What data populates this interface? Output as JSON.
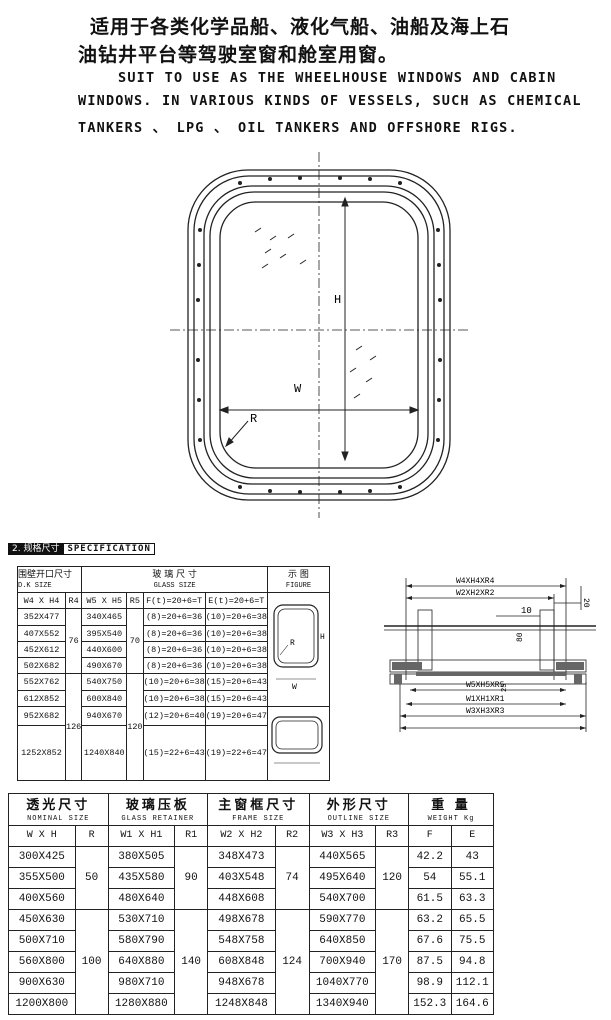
{
  "header": {
    "cn_line1": "适用于各类化学品船、液化气船、油船及海上石",
    "cn_line2": "油钻井平台等驾驶室窗和舱室用窗。",
    "en_line1": "SUIT TO USE AS THE WHEELHOUSE WINDOWS AND CABIN",
    "en_line2": "WINDOWS. IN VARIOUS KINDS OF VESSELS, SUCH AS CHEMICAL",
    "en_line3": "TANKERS 、 LPG 、 OIL TANKERS AND OFFSHORE RIGS."
  },
  "main_drawing": {
    "label_h": "H",
    "label_w": "W",
    "label_r": "R"
  },
  "section": {
    "num": "2. 规格尺寸",
    "title": "SPECIFICATION"
  },
  "spec_table": {
    "h_dk_cn": "围壁开口尺寸",
    "h_dk_en": "D.K SIZE",
    "h_glass_cn": "玻 璃 尺 寸",
    "h_glass_en": "GLASS SIZE",
    "h_fig_cn": "示 图",
    "h_fig_en": "FIGURE",
    "sub_w4h4": "W4 X H4",
    "sub_r4": "R4",
    "sub_w5h5": "W5 X H5",
    "sub_r5": "R5",
    "sub_f": "F(t)=20+6=T",
    "sub_e": "E(t)=20+6=T",
    "rows": [
      {
        "dk": "352X477",
        "w5": "340X465",
        "f": "(8)=20+6=36",
        "e": "(10)=20+6=38"
      },
      {
        "dk": "407X552",
        "w5": "395X540",
        "f": "(8)=20+6=36",
        "e": "(10)=20+6=38"
      },
      {
        "dk": "452X612",
        "w5": "440X600",
        "f": "(8)=20+6=36",
        "e": "(10)=20+6=38"
      },
      {
        "dk": "502X682",
        "w5": "490X670",
        "f": "(8)=20+6=36",
        "e": "(10)=20+6=38"
      },
      {
        "dk": "552X762",
        "w5": "540X750",
        "f": "(10)=20+6=38",
        "e": "(15)=20+6=43"
      },
      {
        "dk": "612X852",
        "w5": "600X840",
        "f": "(10)=20+6=38",
        "e": "(15)=20+6=43"
      },
      {
        "dk": "952X682",
        "w5": "940X670",
        "f": "(12)=20+6=40",
        "e": "(19)=20+6=47"
      },
      {
        "dk": "1252X852",
        "w5": "1240X840",
        "f": "(15)=22+6=43",
        "e": "(19)=22+6=47"
      }
    ],
    "r4_a": "76",
    "r4_b": "126",
    "r5_a": "70",
    "r5_b": "120",
    "fig_h": "H",
    "fig_r": "R",
    "fig_w": "W"
  },
  "section_drawing": {
    "top1": "W4XH4XR4",
    "top2": "W2XH2XR2",
    "d10": "10",
    "d20": "20",
    "d80": "80",
    "d25": "25",
    "bot1": "W5XH5XR5",
    "bot2": "W1XH1XR1",
    "bot3": "W3XH3XR3"
  },
  "nominal_table": {
    "h_nom_cn": "透光尺寸",
    "h_nom_en": "NOMINAL SIZE",
    "h_gr_cn": "玻璃压板",
    "h_gr_en": "GLASS RETAINER",
    "h_fr_cn": "主窗框尺寸",
    "h_fr_en": "FRAME SIZE",
    "h_out_cn": "外形尺寸",
    "h_out_en": "OUTLINE SIZE",
    "h_wt_cn": "重 量",
    "h_wt_en": "WEIGHT Kg",
    "sub": [
      "W X H",
      "R",
      "W1 X H1",
      "R1",
      "W2 X H2",
      "R2",
      "W3 X H3",
      "R3",
      "F",
      "E"
    ],
    "rows": [
      {
        "wh": "300X425",
        "w1": "380X505",
        "w2": "348X473",
        "w3": "440X565",
        "f": "42.2",
        "e": "43"
      },
      {
        "wh": "355X500",
        "w1": "435X580",
        "w2": "403X548",
        "w3": "495X640",
        "f": "54",
        "e": "55.1"
      },
      {
        "wh": "400X560",
        "w1": "480X640",
        "w2": "448X608",
        "w3": "540X700",
        "f": "61.5",
        "e": "63.3"
      },
      {
        "wh": "450X630",
        "w1": "530X710",
        "w2": "498X678",
        "w3": "590X770",
        "f": "63.2",
        "e": "65.5"
      },
      {
        "wh": "500X710",
        "w1": "580X790",
        "w2": "548X758",
        "w3": "640X850",
        "f": "67.6",
        "e": "75.5"
      },
      {
        "wh": "560X800",
        "w1": "640X880",
        "w2": "608X848",
        "w3": "700X940",
        "f": "87.5",
        "e": "94.8"
      },
      {
        "wh": "900X630",
        "w1": "980X710",
        "w2": "948X678",
        "w3": "1040X770",
        "f": "98.9",
        "e": "112.1"
      },
      {
        "wh": "1200X800",
        "w1": "1280X880",
        "w2": "1248X848",
        "w3": "1340X940",
        "f": "152.3",
        "e": "164.6"
      }
    ],
    "r_a": "50",
    "r1_a": "90",
    "r2_a": "74",
    "r3_a": "120",
    "r_b": "100",
    "r1_b": "140",
    "r2_b": "124",
    "r3_b": "170"
  }
}
